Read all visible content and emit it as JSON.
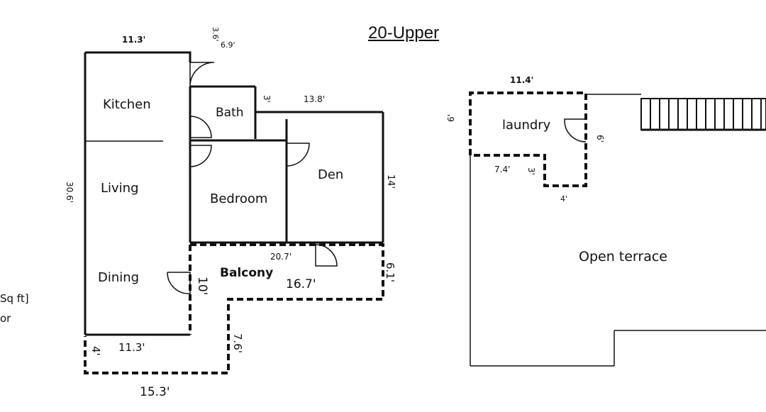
{
  "page": {
    "title": "20-Upper",
    "side_note_line1": "Sq ft]",
    "side_note_line2": "or"
  },
  "rooms": {
    "kitchen": "Kitchen",
    "living": "Living",
    "dining": "Dining",
    "bath": "Bath",
    "bedroom": "Bedroom",
    "den": "Den",
    "balcony": "Balcony",
    "laundry": "laundry",
    "open_terrace": "Open terrace"
  },
  "dimensions": {
    "top_width": "11.3'",
    "bath_small_a": "3.6'",
    "bath_small_b": "6.9'",
    "bath_small_c": "3'",
    "den_width": "13.8'",
    "left_height": "30.6'",
    "den_height": "14'",
    "balcony_top": "20.7'",
    "balcony_depth": "10'",
    "balcony_length": "16.7'",
    "balcony_side": "6.1'",
    "lower_width": "11.3'",
    "lower_depth": "4'",
    "lower_side": "7.6'",
    "bottom_width": "15.3'",
    "laundry_width": "11.4'",
    "laundry_height_left": "6'",
    "laundry_height_right": "6'",
    "laundry_notch": "7.4'",
    "laundry_notch_height": "3'",
    "laundry_notch_width": "4'"
  }
}
